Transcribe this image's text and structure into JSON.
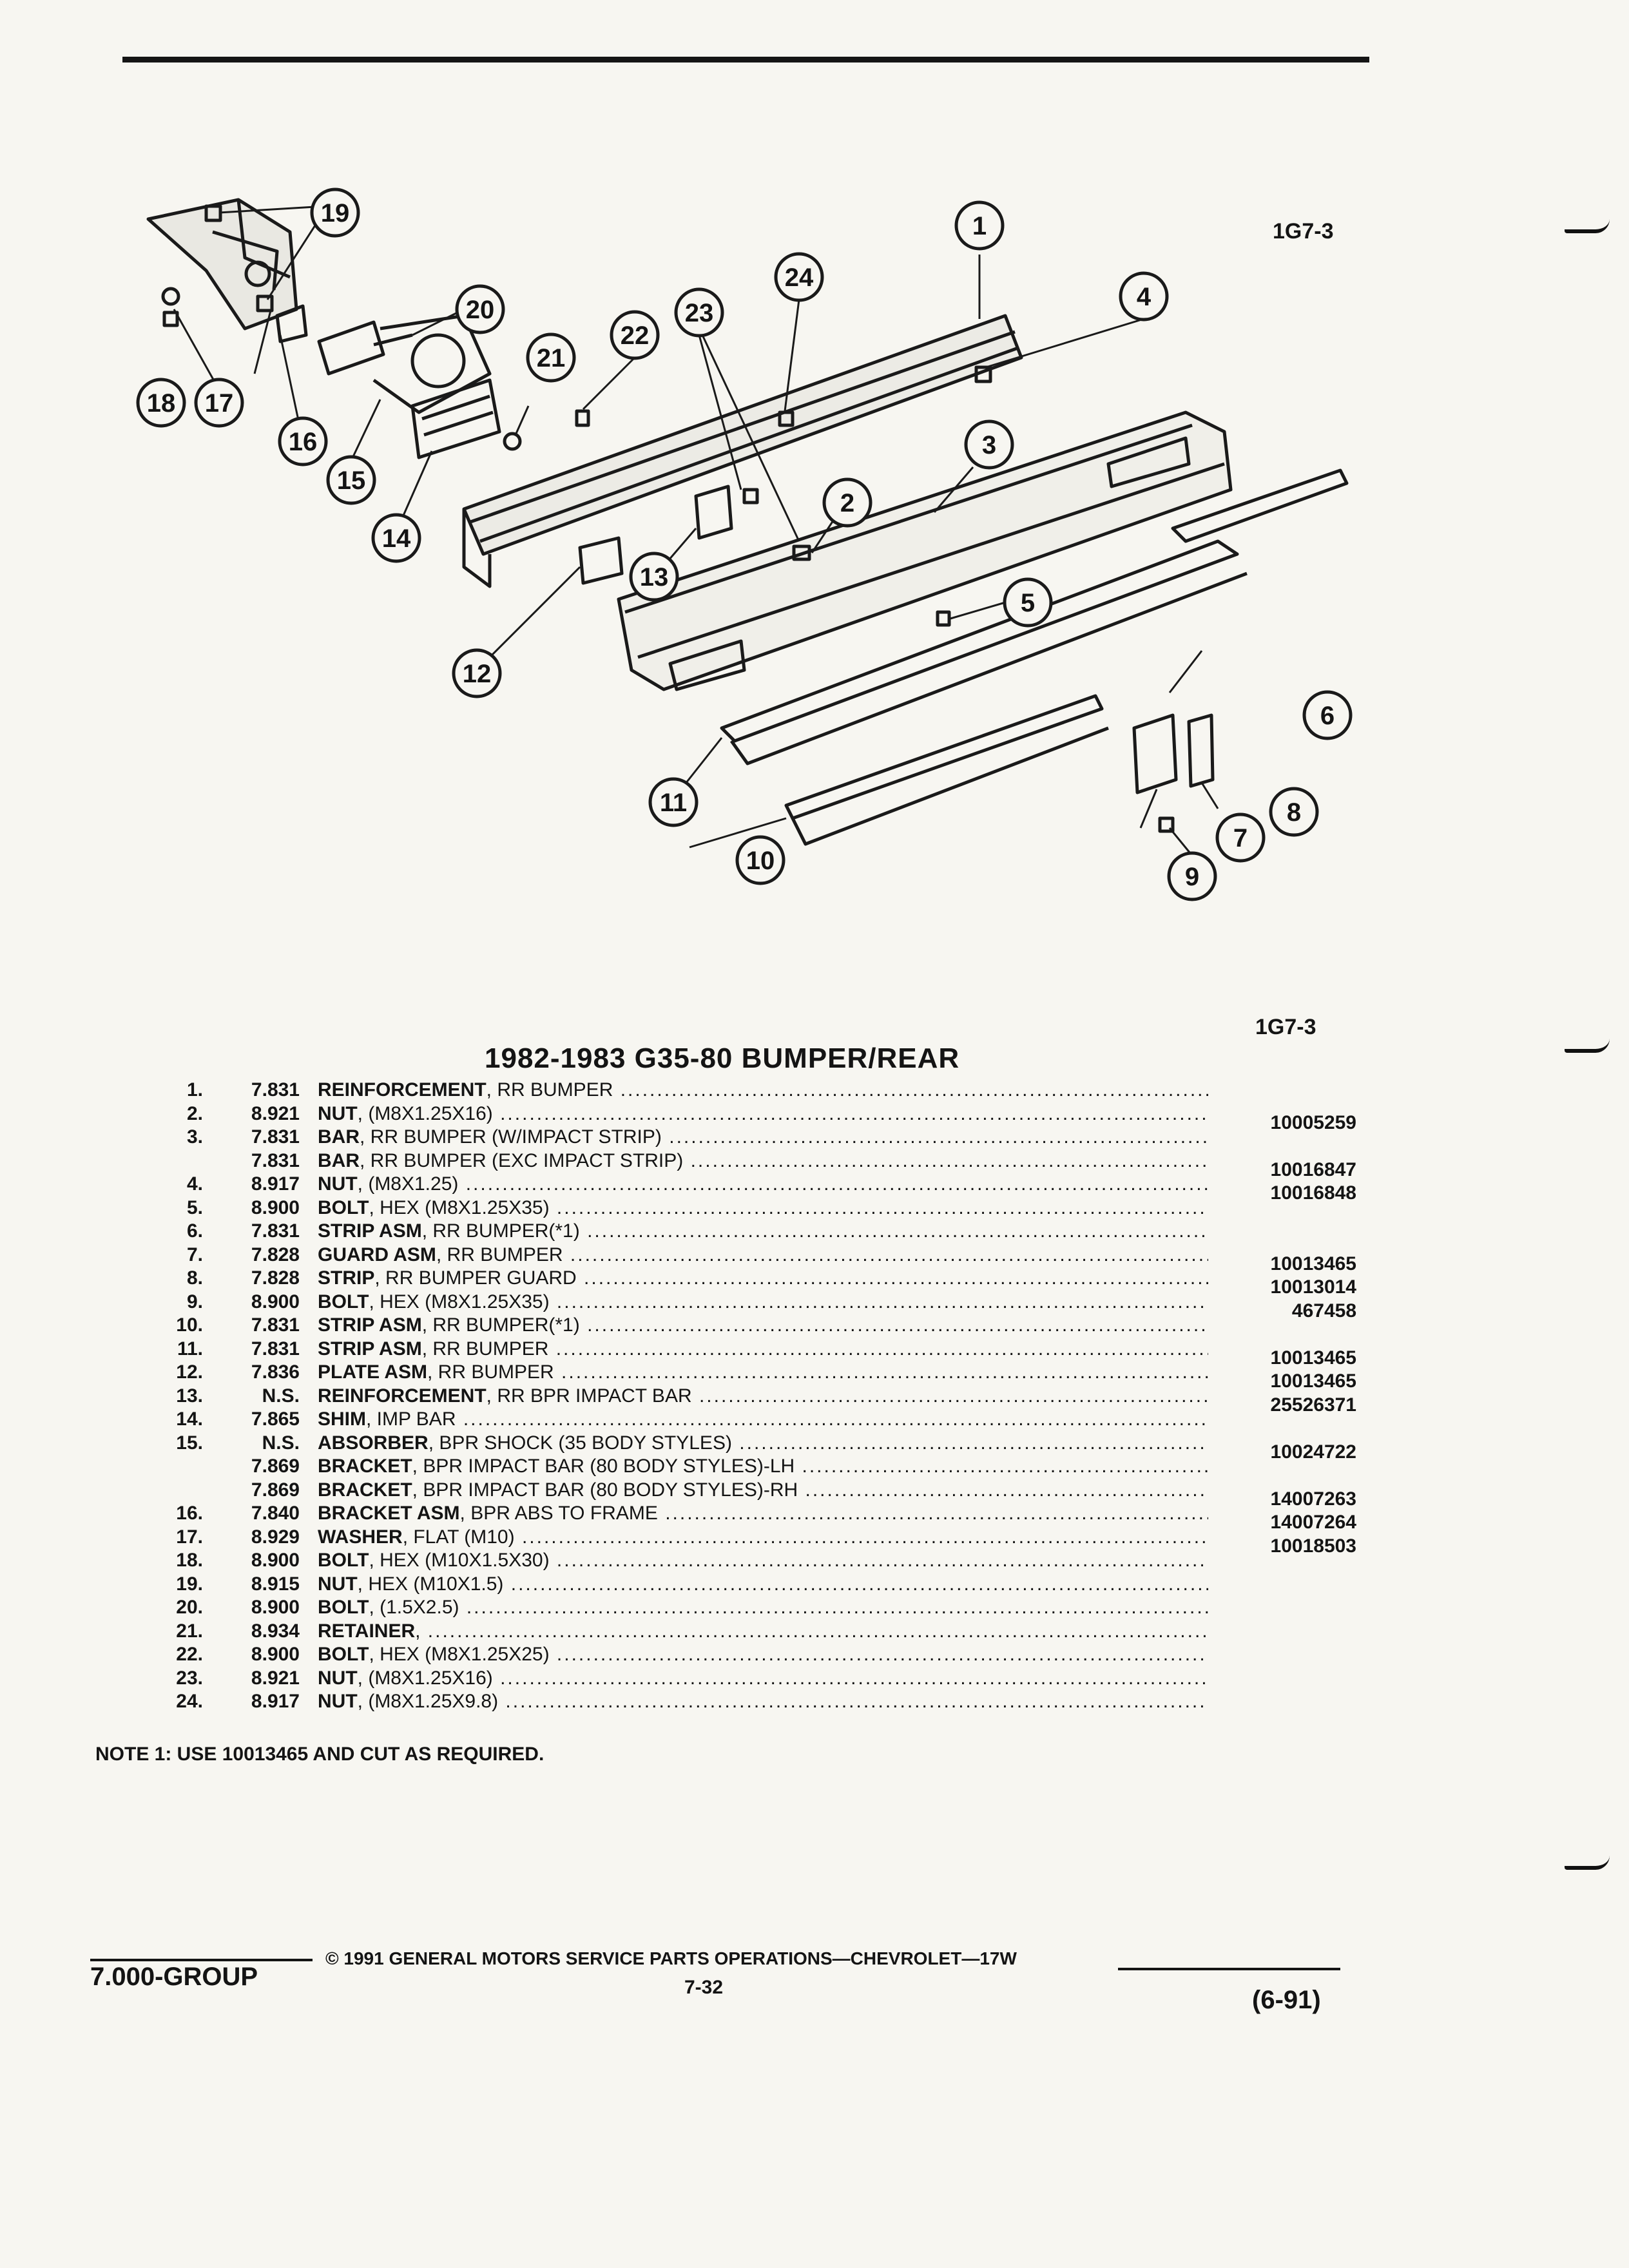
{
  "header": {
    "figure_code_top": "1G7-3",
    "figure_code_bottom": "1G7-3"
  },
  "diagram": {
    "callouts": [
      "1",
      "2",
      "3",
      "4",
      "5",
      "6",
      "7",
      "8",
      "9",
      "10",
      "11",
      "12",
      "13",
      "14",
      "15",
      "16",
      "17",
      "18",
      "19",
      "20",
      "21",
      "22",
      "23",
      "24"
    ]
  },
  "parts": {
    "title": "1982-1983 G35-80 BUMPER/REAR",
    "rows": [
      {
        "num": "1.",
        "grp": "7.831",
        "name": "REINFORCEMENT",
        "detail": ", RR BUMPER",
        "pno": ""
      },
      {
        "num": "2.",
        "grp": "8.921",
        "name": "NUT",
        "detail": ", (M8X1.25X16)",
        "pno": "10005259"
      },
      {
        "num": "3.",
        "grp": "7.831",
        "name": "BAR",
        "detail": ", RR BUMPER (W/IMPACT STRIP)",
        "pno": ""
      },
      {
        "num": "",
        "grp": "7.831",
        "name": "BAR",
        "detail": ", RR BUMPER (EXC IMPACT STRIP)",
        "pno": "10016847"
      },
      {
        "num": "4.",
        "grp": "8.917",
        "name": "NUT",
        "detail": ", (M8X1.25)",
        "pno": "10016848"
      },
      {
        "num": "5.",
        "grp": "8.900",
        "name": "BOLT",
        "detail": ", HEX (M8X1.25X35)",
        "pno": ""
      },
      {
        "num": "6.",
        "grp": "7.831",
        "name": "STRIP ASM",
        "detail": ", RR BUMPER(*1)",
        "pno": ""
      },
      {
        "num": "7.",
        "grp": "7.828",
        "name": "GUARD ASM",
        "detail": ", RR BUMPER",
        "pno": "10013465"
      },
      {
        "num": "8.",
        "grp": "7.828",
        "name": "STRIP",
        "detail": ", RR BUMPER GUARD",
        "pno": "10013014"
      },
      {
        "num": "9.",
        "grp": "8.900",
        "name": "BOLT",
        "detail": ", HEX (M8X1.25X35)",
        "pno": "467458"
      },
      {
        "num": "10.",
        "grp": "7.831",
        "name": "STRIP ASM",
        "detail": ", RR BUMPER(*1)",
        "pno": ""
      },
      {
        "num": "11.",
        "grp": "7.831",
        "name": "STRIP ASM",
        "detail": ", RR BUMPER",
        "pno": "10013465"
      },
      {
        "num": "12.",
        "grp": "7.836",
        "name": "PLATE ASM",
        "detail": ", RR BUMPER",
        "pno": "10013465"
      },
      {
        "num": "13.",
        "grp": "N.S.",
        "name": "REINFORCEMENT",
        "detail": ", RR BPR IMPACT BAR",
        "pno": "25526371"
      },
      {
        "num": "14.",
        "grp": "7.865",
        "name": "SHIM",
        "detail": ", IMP BAR",
        "pno": ""
      },
      {
        "num": "15.",
        "grp": "N.S.",
        "name": "ABSORBER",
        "detail": ", BPR SHOCK (35 BODY STYLES)",
        "pno": "10024722"
      },
      {
        "num": "",
        "grp": "7.869",
        "name": "BRACKET",
        "detail": ", BPR IMPACT BAR (80 BODY STYLES)-LH",
        "pno": ""
      },
      {
        "num": "",
        "grp": "7.869",
        "name": "BRACKET",
        "detail": ", BPR IMPACT BAR (80 BODY STYLES)-RH",
        "pno": "14007263"
      },
      {
        "num": "16.",
        "grp": "7.840",
        "name": "BRACKET ASM",
        "detail": ", BPR ABS TO FRAME",
        "pno": "14007264"
      },
      {
        "num": "17.",
        "grp": "8.929",
        "name": "WASHER",
        "detail": ", FLAT (M10)",
        "pno": "10018503"
      },
      {
        "num": "18.",
        "grp": "8.900",
        "name": "BOLT",
        "detail": ", HEX (M10X1.5X30)",
        "pno": ""
      },
      {
        "num": "19.",
        "grp": "8.915",
        "name": "NUT",
        "detail": ", HEX (M10X1.5)",
        "pno": ""
      },
      {
        "num": "20.",
        "grp": "8.900",
        "name": "BOLT",
        "detail": ", (1.5X2.5)",
        "pno": ""
      },
      {
        "num": "21.",
        "grp": "8.934",
        "name": "RETAINER",
        "detail": ",",
        "pno": ""
      },
      {
        "num": "22.",
        "grp": "8.900",
        "name": "BOLT",
        "detail": ", HEX (M8X1.25X25)",
        "pno": ""
      },
      {
        "num": "23.",
        "grp": "8.921",
        "name": "NUT",
        "detail": ", (M8X1.25X16)",
        "pno": ""
      },
      {
        "num": "24.",
        "grp": "8.917",
        "name": "NUT",
        "detail": ", (M8X1.25X9.8)",
        "pno": ""
      }
    ]
  },
  "note": "NOTE  1:  USE 10013465 AND CUT AS REQUIRED.",
  "footer": {
    "group": "7.000-GROUP",
    "copyright": "©  1991  GENERAL MOTORS SERVICE PARTS OPERATIONS—CHEVROLET—17W",
    "page": "7-32",
    "date": "(6-91)"
  }
}
